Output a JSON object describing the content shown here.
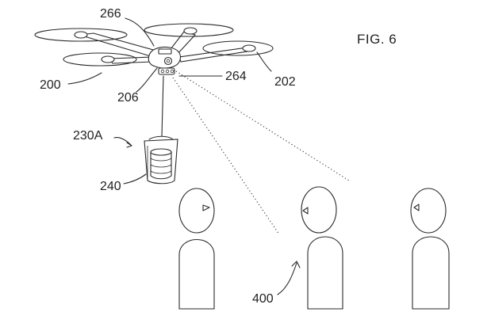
{
  "figure": {
    "title": "FIG. 6"
  },
  "labels": {
    "uav": "200",
    "rotor": "202",
    "housing": "206",
    "sensor": "264",
    "indicator": "266",
    "tether_unit": "230A",
    "container": "240",
    "audience": "400"
  },
  "icons": {
    "drone": "quadcopter-drone-icon",
    "cup": "beverage-container-icon",
    "person": "person-silhouette-icon"
  },
  "colors": {
    "line": "#2a2a2a",
    "background": "#ffffff"
  }
}
